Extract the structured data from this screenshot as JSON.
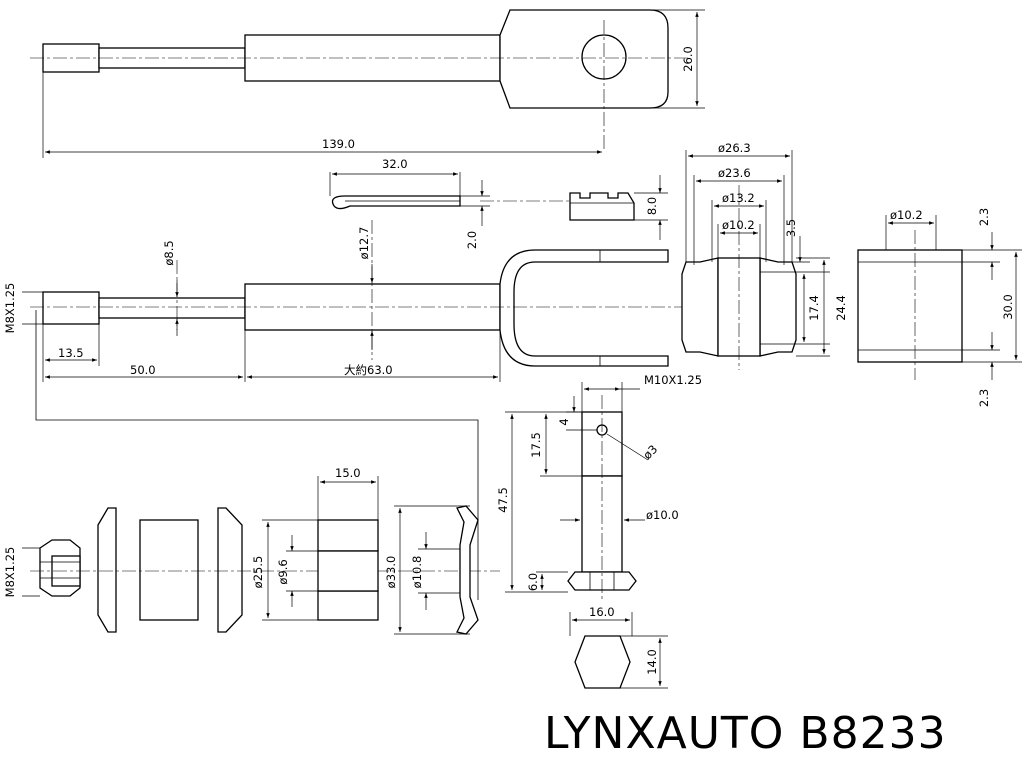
{
  "title": "LYNXAUTO B8233",
  "dimensions": {
    "d139_0": "139.0",
    "d26_0": "26.0",
    "d32_0": "32.0",
    "d2_0": "2.0",
    "d8_0": "8.0",
    "phi26_3": "ø26.3",
    "phi23_6": "ø23.6",
    "phi13_2": "ø13.2",
    "phi10_2_top": "ø10.2",
    "phi10_2_right": "ø10.2",
    "d3_5": "3.5",
    "d17_4": "17.4",
    "d24_4": "24.4",
    "d2_3_top": "2.3",
    "d30_0": "30.0",
    "d2_3_bottom": "2.3",
    "phi8_5": "ø8.5",
    "phi12_7": "ø12.7",
    "m8_top": "M8X1.25",
    "d13_5": "13.5",
    "d50_0": "50.0",
    "approx63": "大約63.0",
    "m10": "M10X1.25",
    "d4": "4",
    "d17_5": "17.5",
    "phi3": "ø3",
    "d47_5": "47.5",
    "phi10_0": "ø10.0",
    "d6_0": "6.0",
    "d16_0": "16.0",
    "d14_0": "14.0",
    "d15_0": "15.0",
    "phi25_5": "ø25.5",
    "phi9_6": "ø9.6",
    "phi33_0": "ø33.0",
    "phi10_8": "ø10.8",
    "m8_bottom": "M8X1.25"
  }
}
